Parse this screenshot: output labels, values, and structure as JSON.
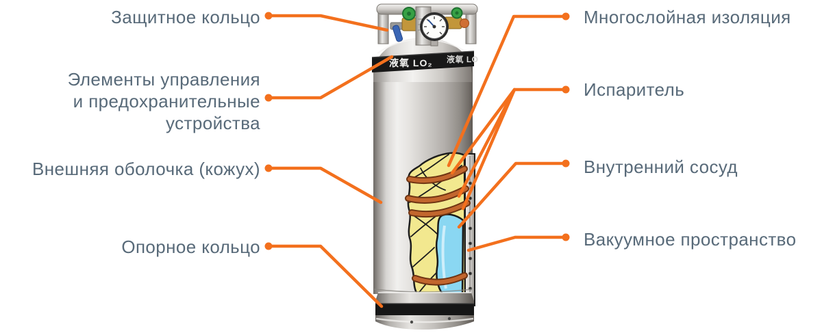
{
  "diagram": {
    "subject": "cryogenic-cylinder-cutaway",
    "background": "#ffffff"
  },
  "colors": {
    "accent_orange": "#f3701d",
    "label_text": "#586a79",
    "insulation_yellow": "#f2e88f",
    "inner_vessel_blue": "#8ad7f2",
    "coil_copper": "#c2662e",
    "band_black": "#181818"
  },
  "cylinder": {
    "band_text": "液氧 LO₂",
    "band_text_partial": "液氧 LO"
  },
  "labels": {
    "left": [
      {
        "id": "protective-ring",
        "text": "Защитное кольцо"
      },
      {
        "id": "controls-safety",
        "lines": [
          "Элементы управления",
          "и предохранительные",
          "устройства"
        ]
      },
      {
        "id": "outer-shell",
        "text": "Внешняя оболочка (кожух)"
      },
      {
        "id": "support-ring",
        "text": "Опорное кольцо"
      }
    ],
    "right": [
      {
        "id": "multilayer-insulation",
        "text": "Многослойная изоляция"
      },
      {
        "id": "evaporator",
        "text": "Испаритель"
      },
      {
        "id": "inner-vessel",
        "text": "Внутренний сосуд"
      },
      {
        "id": "vacuum-space",
        "text": "Вакуумное пространство"
      }
    ]
  }
}
